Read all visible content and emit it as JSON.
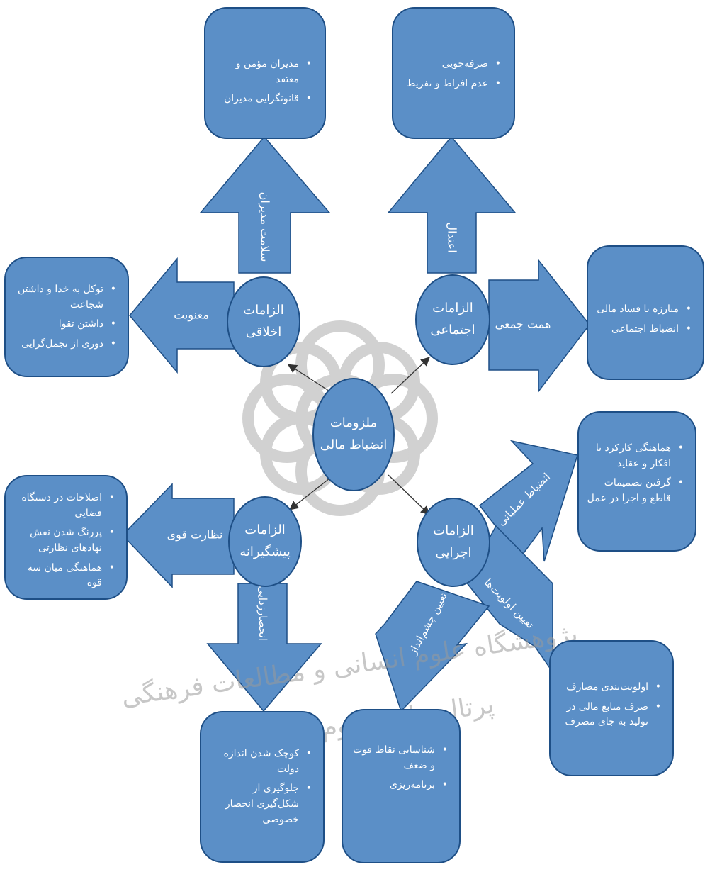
{
  "colors": {
    "fill": "#5b8fc7",
    "stroke": "#1e4f86",
    "text": "#ffffff",
    "watermark": "#9a9a9a",
    "connector": "#333333"
  },
  "center": {
    "line1": "ملزومات",
    "line2": "انضباط مالی"
  },
  "nodes": {
    "ethical": {
      "line1": "الزامات",
      "line2": "اخلاقی"
    },
    "social": {
      "line1": "الزامات",
      "line2": "اجتماعی"
    },
    "preventive": {
      "line1": "الزامات",
      "line2": "پیشگیرانه"
    },
    "executive": {
      "line1": "الزامات",
      "line2": "اجرایی"
    }
  },
  "arrows": {
    "managers_health": "سلامت مدیران",
    "moderation": "اعتدال",
    "spirituality": "معنویت",
    "collective_will": "همت جمعی",
    "strong_oversight": "نظارت قوی",
    "monopoly_breaking": "انحصارزدایی",
    "practical_discipline": "انضباط عملیاتی",
    "priorities": "تعیین اولویت‌ها",
    "strategy": "تعیین چشم‌انداز"
  },
  "boxes": {
    "managers": [
      "مدیران مؤمن و معتقد",
      "قانونگرایی مدیران"
    ],
    "moderation": [
      "صرفه‌جویی",
      "عدم افراط و تفریط"
    ],
    "spirituality": [
      "توکل به خدا و داشتن شجاعت",
      "داشتن تقوا",
      "دوری از تجمل‌گرایی"
    ],
    "collective": [
      "مبارزه با فساد مالی",
      "انضباط اجتماعی"
    ],
    "oversight": [
      "اصلاحات در دستگاه قضایی",
      "پررنگ شدن نقش نهادهای نظارتی",
      "هماهنگی میان سه قوه"
    ],
    "practical": [
      "هماهنگی کارکرد با افکار و عقاید",
      "گرفتن تصمیمات قاطع و اجرا در عمل"
    ],
    "priorities": [
      "اولویت‌بندی مصارف",
      "صرف منابع مالی در تولید به جای مصرف"
    ],
    "strategy": [
      "شناسایی نقاط قوت و ضعف",
      "برنامه‌ریزی"
    ],
    "monopoly": [
      "کوچک شدن اندازه دولت",
      "جلوگیری از شکل‌گیری انحصار خصوصی"
    ]
  },
  "watermark": {
    "line1": "پژوهشگاه علوم انسانی و مطالعات فرهنگی",
    "line2": "پرتال جامع علوم انسانی"
  }
}
